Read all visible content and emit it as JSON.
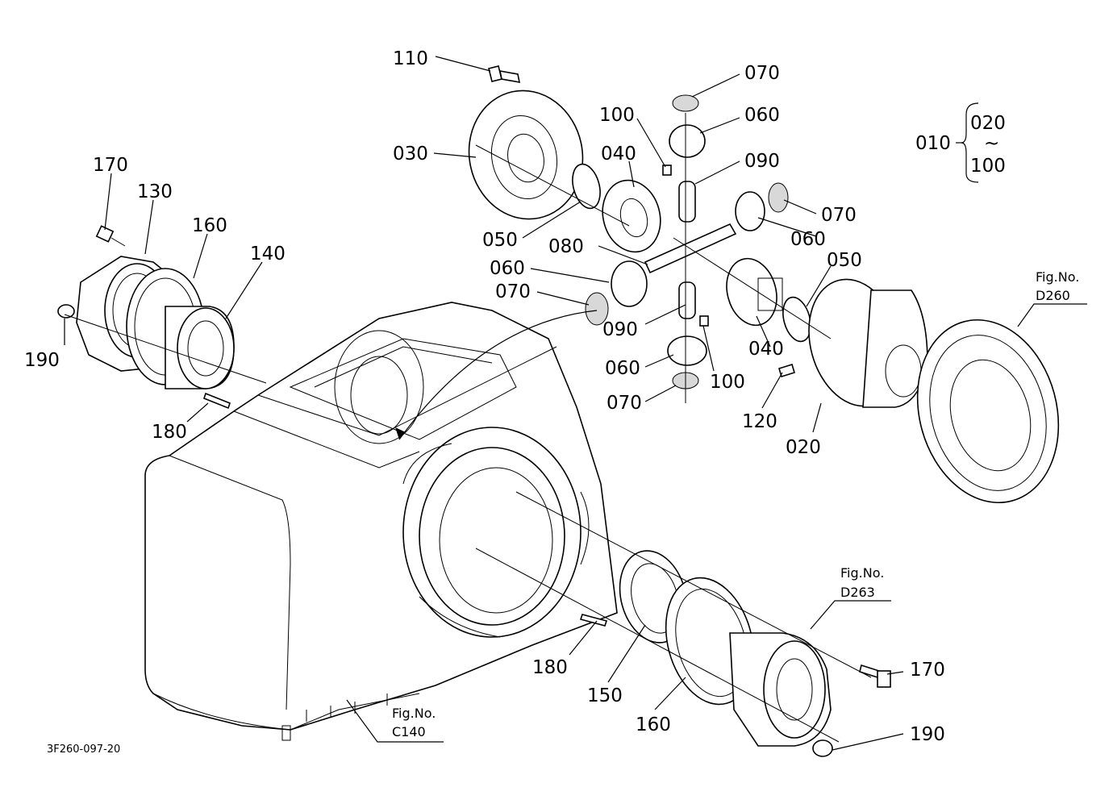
{
  "diagram_code": "3F260-097-20",
  "assembly": {
    "parent": "010",
    "range_from": "020",
    "range_sep": "~",
    "range_to": "100"
  },
  "fig_refs": [
    {
      "title": "Fig.No.",
      "code": "D260"
    },
    {
      "title": "Fig.No.",
      "code": "D263"
    },
    {
      "title": "Fig.No.",
      "code": "C140"
    }
  ],
  "labels": [
    "110",
    "070",
    "060",
    "100",
    "030",
    "040",
    "090",
    "070",
    "050",
    "080",
    "060",
    "060",
    "070",
    "090",
    "040",
    "050",
    "060",
    "100",
    "070",
    "120",
    "020",
    "170",
    "130",
    "160",
    "140",
    "190",
    "180",
    "180",
    "150",
    "160",
    "170",
    "190"
  ]
}
